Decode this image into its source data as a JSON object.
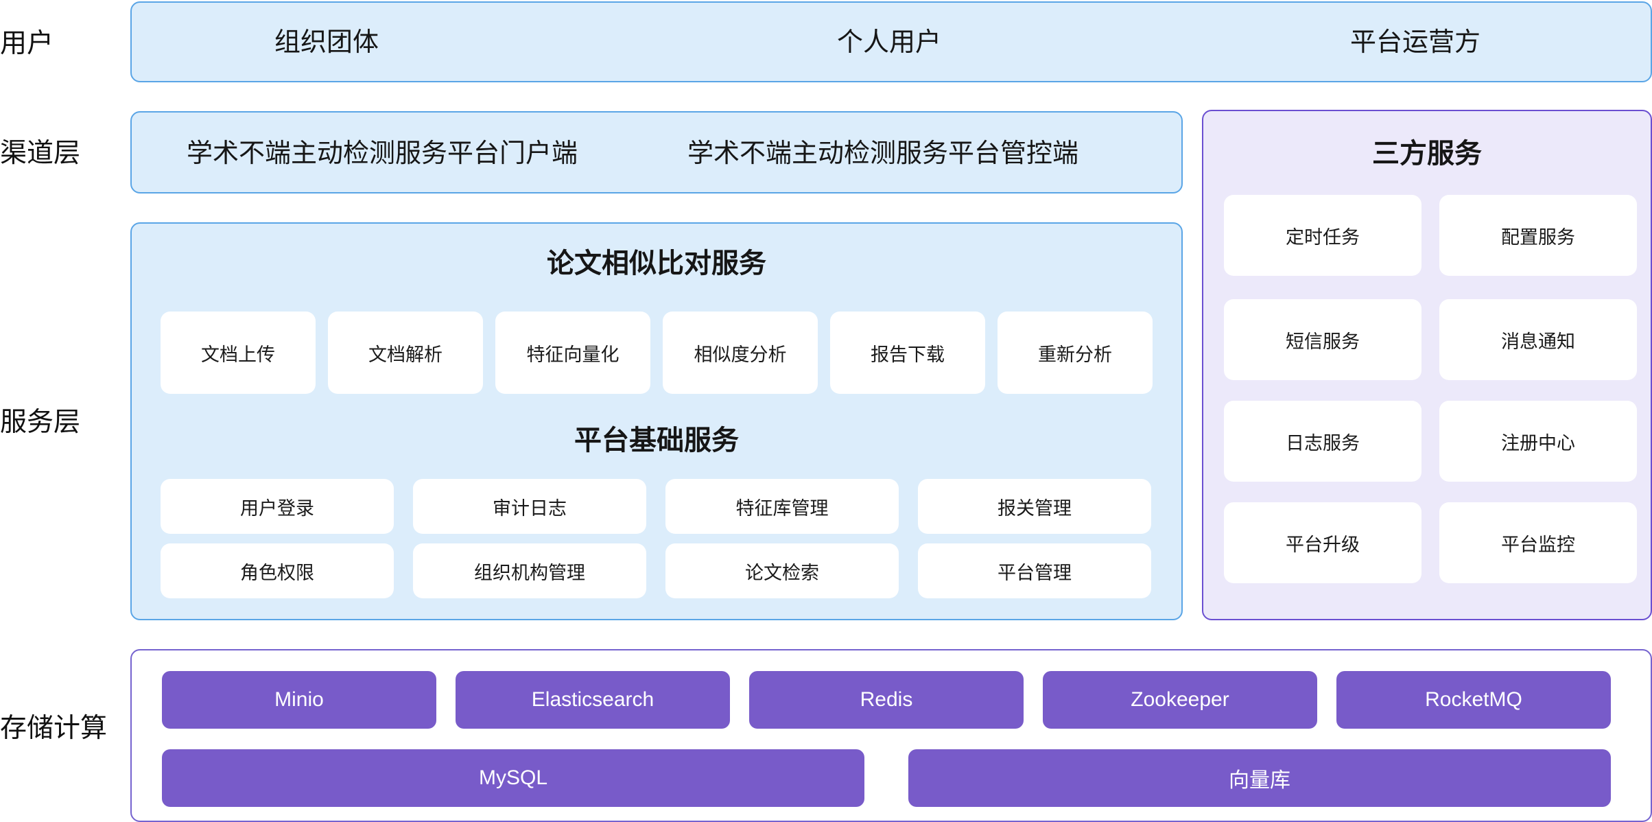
{
  "layers": {
    "user": "用户",
    "channel": "渠道层",
    "service": "服务层",
    "storage": "存储计算"
  },
  "users": [
    "组织团体",
    "个人用户",
    "平台运营方"
  ],
  "channels": [
    "学术不端主动检测服务平台门户端",
    "学术不端主动检测服务平台管控端"
  ],
  "paper_service": {
    "title": "论文相似比对服务",
    "items": [
      "文档上传",
      "文档解析",
      "特征向量化",
      "相似度分析",
      "报告下载",
      "重新分析"
    ]
  },
  "base_service": {
    "title": "平台基础服务",
    "items": [
      "用户登录",
      "审计日志",
      "特征库管理",
      "报关管理",
      "角色权限",
      "组织机构管理",
      "论文检索",
      "平台管理"
    ]
  },
  "third_party": {
    "title": "三方服务",
    "items": [
      "定时任务",
      "配置服务",
      "短信服务",
      "消息通知",
      "日志服务",
      "注册中心",
      "平台升级",
      "平台监控"
    ]
  },
  "storage": {
    "row1": [
      "Minio",
      "Elasticsearch",
      "Redis",
      "Zookeeper",
      "RocketMQ"
    ],
    "row2": [
      "MySQL",
      "向量库"
    ]
  },
  "colors": {
    "panel_blue_fill": "#dcedfb",
    "panel_blue_border": "#5aa5e6",
    "panel_purple_fill": "#ece9fa",
    "panel_purple_border": "#6a4fd1",
    "storage_pill": "#785bc9"
  }
}
